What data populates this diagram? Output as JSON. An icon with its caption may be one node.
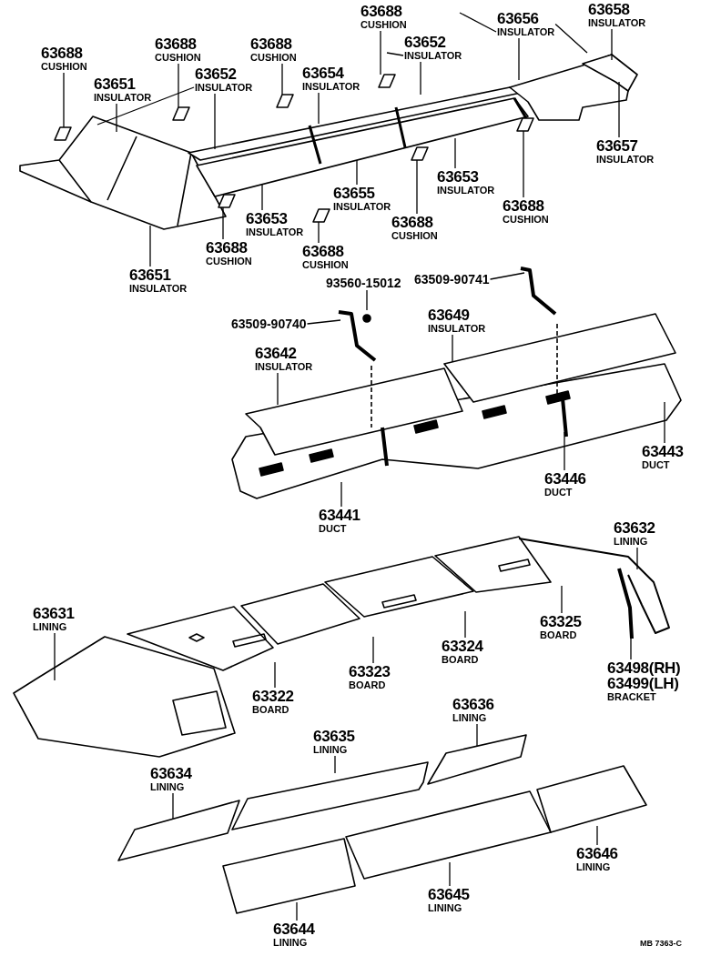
{
  "diagram": {
    "nodes": [
      {
        "text": [
          "63688",
          "CUSHION"
        ]
      },
      {
        "text": [
          "63651",
          "INSULATOR"
        ]
      },
      {
        "text": [
          "63688",
          "CUSHION"
        ]
      },
      {
        "text": [
          "63652",
          "INSULATOR"
        ]
      },
      {
        "text": [
          "63688",
          "CUSHION"
        ]
      },
      {
        "text": [
          "63654",
          "INSULATOR"
        ]
      },
      {
        "text": [
          "63688",
          "CUSHION"
        ]
      },
      {
        "text": [
          "63652",
          "INSULATOR"
        ]
      },
      {
        "text": [
          "63656",
          "INSULATOR"
        ]
      },
      {
        "text": [
          "63658",
          "INSULATOR"
        ]
      },
      {
        "text": [
          "63657",
          "INSULATOR"
        ]
      },
      {
        "text": [
          "63653",
          "INSULATOR"
        ]
      },
      {
        "text": [
          "63688",
          "CUSHION"
        ]
      },
      {
        "text": [
          "63655",
          "INSULATOR"
        ]
      },
      {
        "text": [
          "63688",
          "CUSHION"
        ]
      },
      {
        "text": [
          "63653",
          "INSULATOR"
        ]
      },
      {
        "text": [
          "63688",
          "CUSHION"
        ]
      },
      {
        "text": [
          "63688",
          "CUSHION"
        ]
      },
      {
        "text": [
          "63651",
          "INSULATOR"
        ]
      },
      {
        "text": [
          "93560-15012"
        ]
      },
      {
        "text": [
          "63509-90741"
        ]
      },
      {
        "text": [
          "63509-90740"
        ]
      },
      {
        "text": [
          "63649",
          "INSULATOR"
        ]
      },
      {
        "text": [
          "63642",
          "INSULATOR"
        ]
      },
      {
        "text": [
          "63443",
          "DUCT"
        ]
      },
      {
        "text": [
          "63446",
          "DUCT"
        ]
      },
      {
        "text": [
          "63441",
          "DUCT"
        ]
      },
      {
        "text": [
          "63632",
          "LINING"
        ]
      },
      {
        "text": [
          "63631",
          "LINING"
        ]
      },
      {
        "text": [
          "63325",
          "BOARD"
        ]
      },
      {
        "text": [
          "63324",
          "BOARD"
        ]
      },
      {
        "text": [
          "63323",
          "BOARD"
        ]
      },
      {
        "text": [
          "63322",
          "BOARD"
        ]
      },
      {
        "text": [
          "63498(RH)",
          "63499(LH)",
          "BRACKET"
        ]
      },
      {
        "text": [
          "63636",
          "LINING"
        ]
      },
      {
        "text": [
          "63635",
          "LINING"
        ]
      },
      {
        "text": [
          "63634",
          "LINING"
        ]
      },
      {
        "text": [
          "63646",
          "LINING"
        ]
      },
      {
        "text": [
          "63645",
          "LINING"
        ]
      },
      {
        "text": [
          "63644",
          "LINING"
        ]
      },
      {
        "text": [],
        "shape": "picture"
      },
      {
        "text": [],
        "shape": "picture"
      },
      {
        "text": [],
        "shape": "picture"
      },
      {
        "text": [],
        "shape": "picture"
      },
      {
        "text": [],
        "shape": "picture"
      },
      {
        "text": [],
        "shape": "picture"
      },
      {
        "text": [],
        "shape": "picture"
      },
      {
        "text": [],
        "shape": "picture"
      }
    ],
    "edges": [
      {
        "from": 0,
        "to": 40,
        "arrow": "none"
      },
      {
        "from": 1,
        "to": null,
        "arrow": "none"
      },
      {
        "from": 2,
        "to": 41,
        "arrow": "none"
      },
      {
        "from": 3,
        "to": null,
        "arrow": "none"
      },
      {
        "from": 4,
        "to": 43,
        "arrow": "none"
      },
      {
        "from": 5,
        "to": null,
        "arrow": "none"
      },
      {
        "from": 6,
        "to": 45,
        "arrow": "none"
      },
      {
        "from": 7,
        "to": null,
        "arrow": "none"
      },
      {
        "from": 8,
        "to": null,
        "arrow": "none"
      },
      {
        "from": 9,
        "to": null,
        "arrow": "none"
      },
      {
        "from": 10,
        "to": null,
        "arrow": "none"
      },
      {
        "from": 11,
        "to": null,
        "arrow": "none"
      },
      {
        "from": 12,
        "to": 42,
        "arrow": "none"
      },
      {
        "from": 13,
        "to": null,
        "arrow": "none"
      },
      {
        "from": 14,
        "to": 44,
        "arrow": "none"
      },
      {
        "from": 15,
        "to": null,
        "arrow": "none"
      },
      {
        "from": 16,
        "to": 46,
        "arrow": "none"
      },
      {
        "from": 17,
        "to": 47,
        "arrow": "none"
      },
      {
        "from": 18,
        "to": null,
        "arrow": "none"
      },
      {
        "from": 19,
        "to": null,
        "arrow": "none"
      },
      {
        "from": 20,
        "to": null,
        "arrow": "none"
      },
      {
        "from": 21,
        "to": null,
        "arrow": "none"
      },
      {
        "from": 22,
        "to": null,
        "arrow": "none"
      },
      {
        "from": 23,
        "to": null,
        "arrow": "none"
      },
      {
        "from": 24,
        "to": null,
        "arrow": "none"
      },
      {
        "from": 25,
        "to": null,
        "arrow": "none"
      },
      {
        "from": 26,
        "to": null,
        "arrow": "none"
      },
      {
        "from": 27,
        "to": null,
        "arrow": "none"
      },
      {
        "from": 28,
        "to": null,
        "arrow": "none"
      },
      {
        "from": 29,
        "to": null,
        "arrow": "none"
      },
      {
        "from": 30,
        "to": null,
        "arrow": "none"
      },
      {
        "from": 31,
        "to": null,
        "arrow": "none"
      },
      {
        "from": 32,
        "to": null,
        "arrow": "none"
      },
      {
        "from": 33,
        "to": null,
        "arrow": "none"
      },
      {
        "from": 34,
        "to": null,
        "arrow": "none"
      },
      {
        "from": 35,
        "to": null,
        "arrow": "none"
      },
      {
        "from": 36,
        "to": null,
        "arrow": "none"
      },
      {
        "from": 37,
        "to": null,
        "arrow": "none"
      },
      {
        "from": 38,
        "to": null,
        "arrow": "none"
      },
      {
        "from": 39,
        "to": null,
        "arrow": "none"
      },
      {
        "from": 3,
        "to": null,
        "arrow": "none"
      },
      {
        "from": 7,
        "to": null,
        "arrow": "none"
      },
      {
        "from": 8,
        "to": null,
        "arrow": "none"
      },
      {
        "from": 8,
        "to": null,
        "arrow": "none"
      }
    ],
    "labels": [
      "MB 7363-C"
    ]
  }
}
